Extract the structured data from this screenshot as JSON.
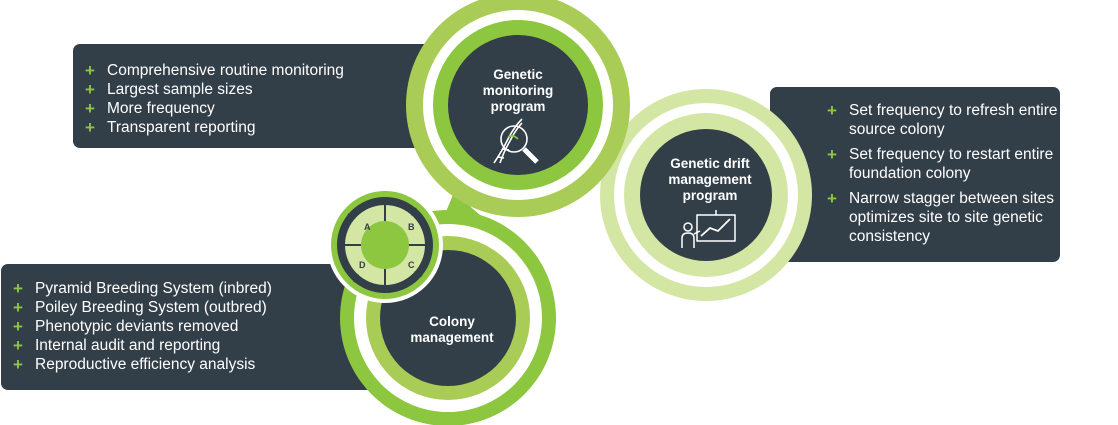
{
  "monitoring": {
    "title": "Genetic monitoring program",
    "title_lines": [
      "Genetic",
      "monitoring",
      "program"
    ],
    "icon": "dna-magnifier-icon",
    "bullets": [
      "Comprehensive routine monitoring",
      "Largest sample sizes",
      "More frequency",
      "Transparent reporting"
    ]
  },
  "drift": {
    "title": "Genetic drift management program",
    "title_lines": [
      "Genetic drift",
      "management",
      "program"
    ],
    "icon": "presenter-chart-icon",
    "bullets": [
      "Set frequency to refresh entire source colony",
      "Set frequency to restart entire foundation colony",
      "Narrow stagger between sites optimizes site to site genetic consistency"
    ]
  },
  "colony": {
    "title": "Colony management",
    "title_lines": [
      "Colony",
      "management"
    ],
    "cycle_labels": [
      "A",
      "B",
      "C",
      "D"
    ],
    "bullets": [
      "Pyramid Breeding System (inbred)",
      "Poiley Breeding System (outbred)",
      "Phenotypic deviants removed",
      "Internal audit and reporting",
      "Reproductive efficiency analysis"
    ]
  },
  "colors": {
    "dark": "#323e48",
    "green": "#8dc63f",
    "mid_green": "#a8cc56",
    "light_green": "#d4e6a4"
  }
}
